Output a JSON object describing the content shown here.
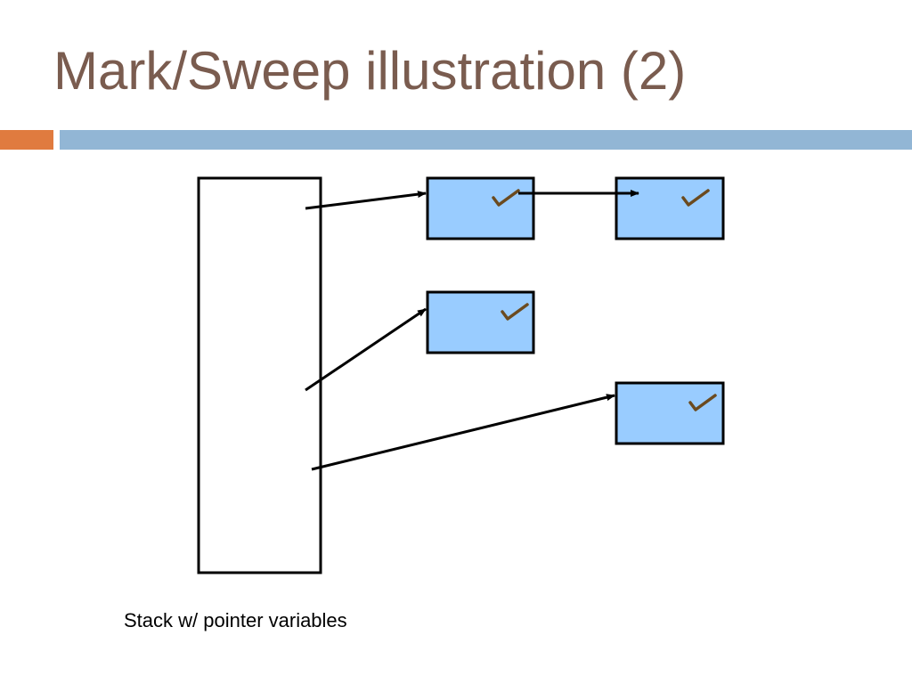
{
  "slide": {
    "title": "Mark/Sweep illustration (2)",
    "caption": "Stack w/ pointer variables"
  },
  "colors": {
    "title": "#7a5c4f",
    "accent_orange": "#e07b3f",
    "accent_blue": "#92b6d5",
    "object_fill": "#99ccff",
    "mark_check": "#6b4a1f",
    "outline": "#000000"
  },
  "diagram": {
    "stack": {
      "name": "stack-frame"
    },
    "objects": [
      {
        "id": "obj-1",
        "marked": true,
        "mark_icon": "check-mark-icon"
      },
      {
        "id": "obj-2",
        "marked": true,
        "mark_icon": "check-mark-icon"
      },
      {
        "id": "obj-3",
        "marked": true,
        "mark_icon": "check-mark-icon"
      },
      {
        "id": "obj-4",
        "marked": true,
        "mark_icon": "check-mark-icon"
      }
    ],
    "edges": [
      {
        "from": "stack",
        "to": "obj-1"
      },
      {
        "from": "obj-1",
        "to": "obj-2"
      },
      {
        "from": "stack",
        "to": "obj-3"
      },
      {
        "from": "stack",
        "to": "obj-4"
      }
    ]
  }
}
